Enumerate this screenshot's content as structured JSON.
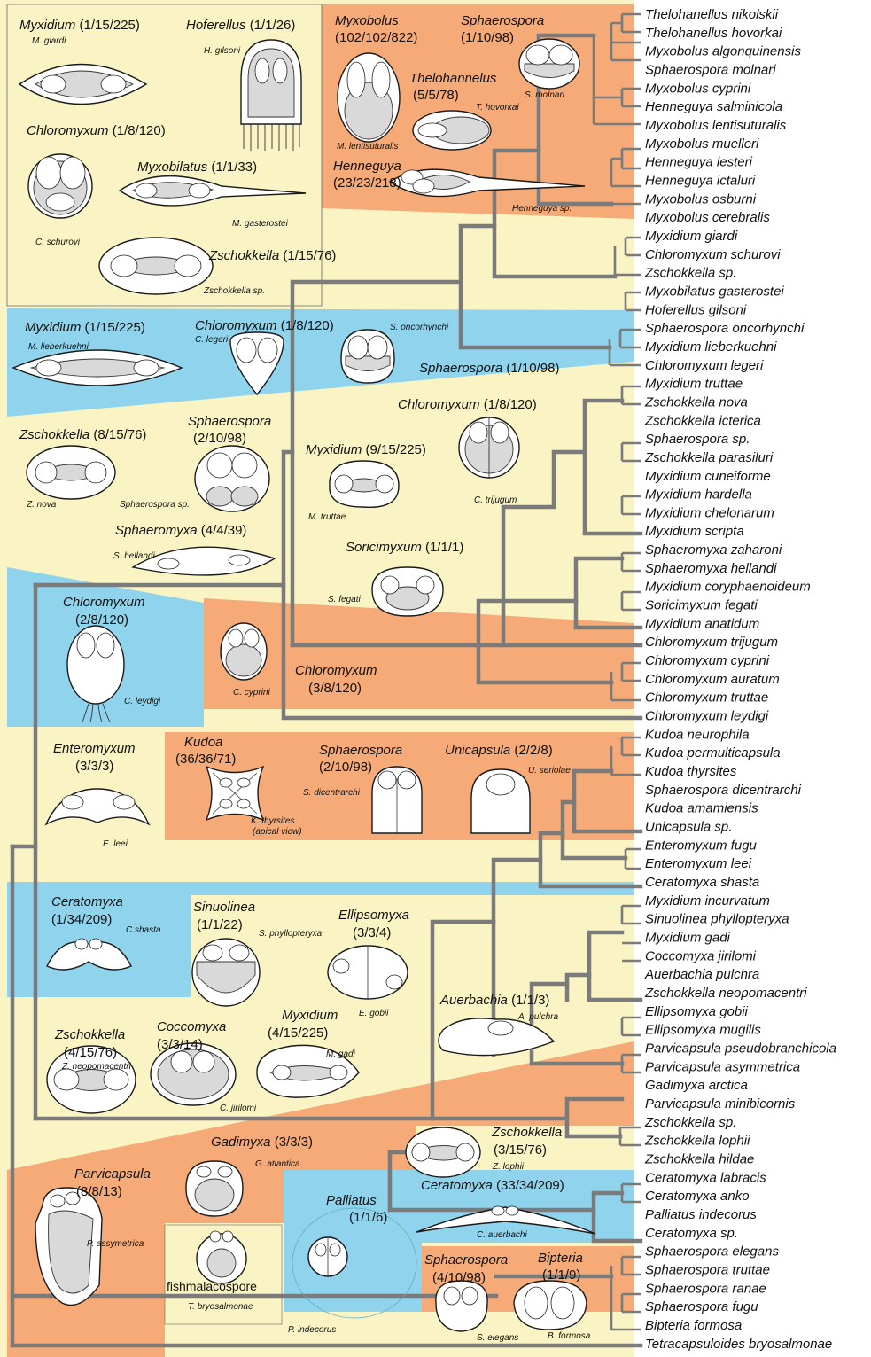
{
  "colors": {
    "yellow": "#faf3c3",
    "blue": "#8fd3ed",
    "orange": "#f5aa78",
    "branch": "#7b7b7b"
  },
  "taxa": [
    "Thelohanellus nikolskii",
    "Thelohanellus hovorkai",
    "Myxobolus algonquinensis",
    "Sphaerospora molnari",
    "Myxobolus cyprini",
    "Henneguya salminicola",
    "Myxobolus lentisuturalis",
    "Myxobolus muelleri",
    "Henneguya lesteri",
    "Henneguya ictaluri",
    "Myxobolus osburni",
    "Myxobolus cerebralis",
    "Myxidium giardi",
    "Chloromyxum schurovi",
    "Zschokkella sp.",
    "Myxobilatus gasterostei",
    "Hoferellus gilsoni",
    "Sphaerospora oncorhynchi",
    "Myxidium lieberkuehni",
    "Chloromyxum legeri",
    "Myxidium truttae",
    "Zschokkella nova",
    "Zschokkella icterica",
    "Sphaerospora sp.",
    "Zschokkella parasiluri",
    "Myxidium cuneiforme",
    "Myxidium hardella",
    "Myxidium chelonarum",
    "Myxidium scripta",
    "Sphaeromyxa zaharoni",
    "Sphaeromyxa hellandi",
    "Myxidium coryphaenoideum",
    "Soricimyxum fegati",
    "Myxidium anatidum",
    "Chloromyxum trijugum",
    "Chloromyxum cyprini",
    "Chloromyxum auratum",
    "Chloromyxum truttae",
    "Chloromyxum leydigi",
    "Kudoa neurophila",
    "Kudoa permulticapsula",
    "Kudoa thyrsites",
    "Sphaerospora dicentrarchi",
    "Kudoa amamiensis",
    "Unicapsula sp.",
    "Enteromyxum fugu",
    "Enteromyxum leei",
    "Ceratomyxa shasta",
    "Myxidium incurvatum",
    "Sinuolinea phyllopteryxa",
    "Myxidium gadi",
    "Coccomyxa jirilomi",
    "Auerbachia pulchra",
    "Zschokkella neopomacentri",
    "Ellipsomyxa gobii",
    "Ellipsomyxa mugilis",
    "Parvicapsula pseudobranchicola",
    "Parvicapsula asymmetrica",
    "Gadimyxa arctica",
    "Parvicapsula minibicornis",
    "Zschokkella sp.",
    "Zschokkella lophii",
    "Zschokkella hildae",
    "Ceratomyxa labracis",
    "Ceratomyxa anko",
    "Palliatus indecorus",
    "Ceratomyxa sp.",
    "Sphaerospora elegans",
    "Sphaerospora truttae",
    "Sphaerospora ranae",
    "Sphaerospora fugu",
    "Bipteria formosa",
    "Tetracapsuloides bryosalmonae"
  ],
  "genus_labels": [
    {
      "genus": "Myxidium",
      "count": "(1/15/225)"
    },
    {
      "genus": "Hoferellus",
      "count": "(1/1/26)"
    },
    {
      "genus": "Chloromyxum",
      "count": "(1/8/120)"
    },
    {
      "genus": "Myxobilatus",
      "count": "(1/1/33)"
    },
    {
      "genus": "Zschokkella",
      "count": "(1/15/76)"
    },
    {
      "genus": "Myxobolus",
      "count": "(102/102/822)"
    },
    {
      "genus": "Sphaerospora",
      "count": "(1/10/98)"
    },
    {
      "genus": "Thelohannelus",
      "count": "(5/5/78)"
    },
    {
      "genus": "Henneguya",
      "count": "(23/23/218)"
    },
    {
      "genus": "Myxidium",
      "count": "(1/15/225)"
    },
    {
      "genus": "Chloromyxum",
      "count": "(1/8/120)"
    },
    {
      "genus": "Sphaerospora",
      "count": "(1/10/98)"
    },
    {
      "genus": "Zschokkella",
      "count": "(8/15/76)"
    },
    {
      "genus": "Sphaerospora",
      "count": "(2/10/98)"
    },
    {
      "genus": "Chloromyxum",
      "count": "(1/8/120)"
    },
    {
      "genus": "Myxidium",
      "count": "(9/15/225)"
    },
    {
      "genus": "Sphaeromyxa",
      "count": "(4/4/39)"
    },
    {
      "genus": "Soricimyxum",
      "count": "(1/1/1)"
    },
    {
      "genus": "Chloromyxum",
      "count": "(2/8/120)"
    },
    {
      "genus": "Chloromyxum",
      "count": "(3/8/120)"
    },
    {
      "genus": "Enteromyxum",
      "count": "(3/3/3)"
    },
    {
      "genus": "Kudoa",
      "count": "(36/36/71)"
    },
    {
      "genus": "Sphaerospora",
      "count": "(2/10/98)"
    },
    {
      "genus": "Unicapsula",
      "count": "(2/2/8)"
    },
    {
      "genus": "Ceratomyxa",
      "count": "(1/34/209)"
    },
    {
      "genus": "Sinuolinea",
      "count": "(1/1/22)"
    },
    {
      "genus": "Ellipsomyxa",
      "count": "(3/3/4)"
    },
    {
      "genus": "Auerbachia",
      "count": "(1/1/3)"
    },
    {
      "genus": "Zschokkella",
      "count": "(4/15/76)"
    },
    {
      "genus": "Coccomyxa",
      "count": "(3/3/14)"
    },
    {
      "genus": "Myxidium",
      "count": "(4/15/225)"
    },
    {
      "genus": "Gadimyxa",
      "count": "(3/3/3)"
    },
    {
      "genus": "Zschokkella",
      "count": "(3/15/76)"
    },
    {
      "genus": "Parvicapsula",
      "count": "(8/8/13)"
    },
    {
      "genus": "Palliatus",
      "count": "(1/1/6)"
    },
    {
      "genus": "Ceratomyxa",
      "count": "(33/34/209)"
    },
    {
      "genus": "Sphaerospora",
      "count": "(4/10/98)"
    },
    {
      "genus": "Bipteria",
      "count": "(1/1/9)"
    }
  ],
  "species_labels": [
    "M. giardi",
    "H. gilsoni",
    "C. schurovi",
    "M. gasterostei",
    "Zschokkella sp.",
    "M. lentisuturalis",
    "S. molnari",
    "T. hovorkai",
    "Henneguya sp.",
    "M. lieberkuehni",
    "C. legeri",
    "S. oncorhynchi",
    "Z. nova",
    "Sphaerospora sp.",
    "M. truttae",
    "C. trijugum",
    "S. hellandi",
    "S. fegati",
    "C. leydigi",
    "C. cyprini",
    "E. leei",
    "K. thyrsites",
    "(apical view)",
    "S. dicentrarchi",
    "U. seriolae",
    "C.shasta",
    "S. phyllopteryxa",
    "E. gobii",
    "A. pulchra",
    "Z. neopomacentri",
    "C. jirilomi",
    "M. gadi",
    "G. atlantica",
    "Z. lophii",
    "P. assymetrica",
    "P. indecorus",
    "C. auerbachi",
    "T. bryosalmonae",
    "S. elegans",
    "B. formosa"
  ],
  "other_text": {
    "fishmalacospore": "fishmalacospore"
  }
}
